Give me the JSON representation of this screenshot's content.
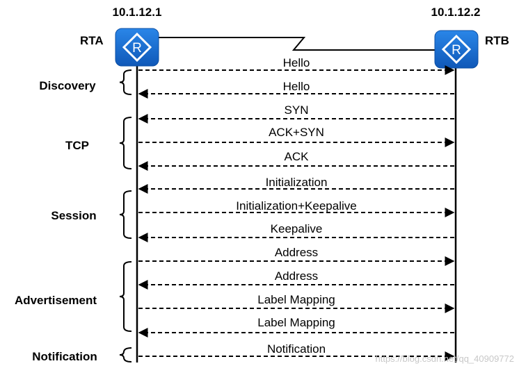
{
  "routers": {
    "left": {
      "name": "RTA",
      "ip": "10.1.12.1",
      "icon": "router-icon"
    },
    "right": {
      "name": "RTB",
      "ip": "10.1.12.2",
      "icon": "router-icon"
    }
  },
  "colors": {
    "router_fill": "#1e6fd0",
    "router_dark": "#0d4fa3",
    "line": "#000000",
    "watermark": "#c8c8c8"
  },
  "phases": [
    {
      "label": "Discovery"
    },
    {
      "label": "TCP"
    },
    {
      "label": "Session"
    },
    {
      "label": "Advertisement"
    },
    {
      "label": "Notification"
    }
  ],
  "messages": [
    {
      "label": "Hello",
      "direction": "right"
    },
    {
      "label": "Hello",
      "direction": "left"
    },
    {
      "label": "SYN",
      "direction": "left"
    },
    {
      "label": "ACK+SYN",
      "direction": "right"
    },
    {
      "label": "ACK",
      "direction": "left"
    },
    {
      "label": "Initialization",
      "direction": "left"
    },
    {
      "label": "Initialization+Keepalive",
      "direction": "right"
    },
    {
      "label": "Keepalive",
      "direction": "left"
    },
    {
      "label": "Address",
      "direction": "right"
    },
    {
      "label": "Address",
      "direction": "left"
    },
    {
      "label": "Label Mapping",
      "direction": "right"
    },
    {
      "label": "Label Mapping",
      "direction": "left"
    },
    {
      "label": "Notification",
      "direction": "right"
    }
  ],
  "watermark": "https://blog.csdn.net/qq_40909772"
}
